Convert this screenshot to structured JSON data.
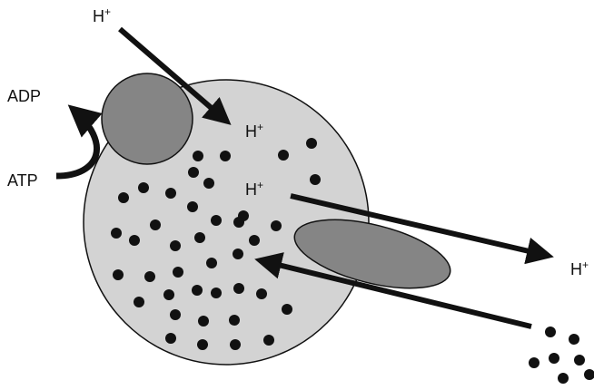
{
  "labels": {
    "h_top": "H",
    "h_top_sup": "+",
    "h_inside_1": "H",
    "h_inside_1_sup": "+",
    "h_inside_2": "H",
    "h_inside_2_sup": "+",
    "h_out_right": "H",
    "h_out_right_sup": "+",
    "adp": "ADP",
    "atp": "ATP"
  },
  "colors": {
    "cell_fill": "#d3d3d3",
    "pump_fill": "#858585",
    "transporter_fill": "#858585",
    "stroke": "#111111",
    "dot": "#111111",
    "background": "#ffffff"
  }
}
